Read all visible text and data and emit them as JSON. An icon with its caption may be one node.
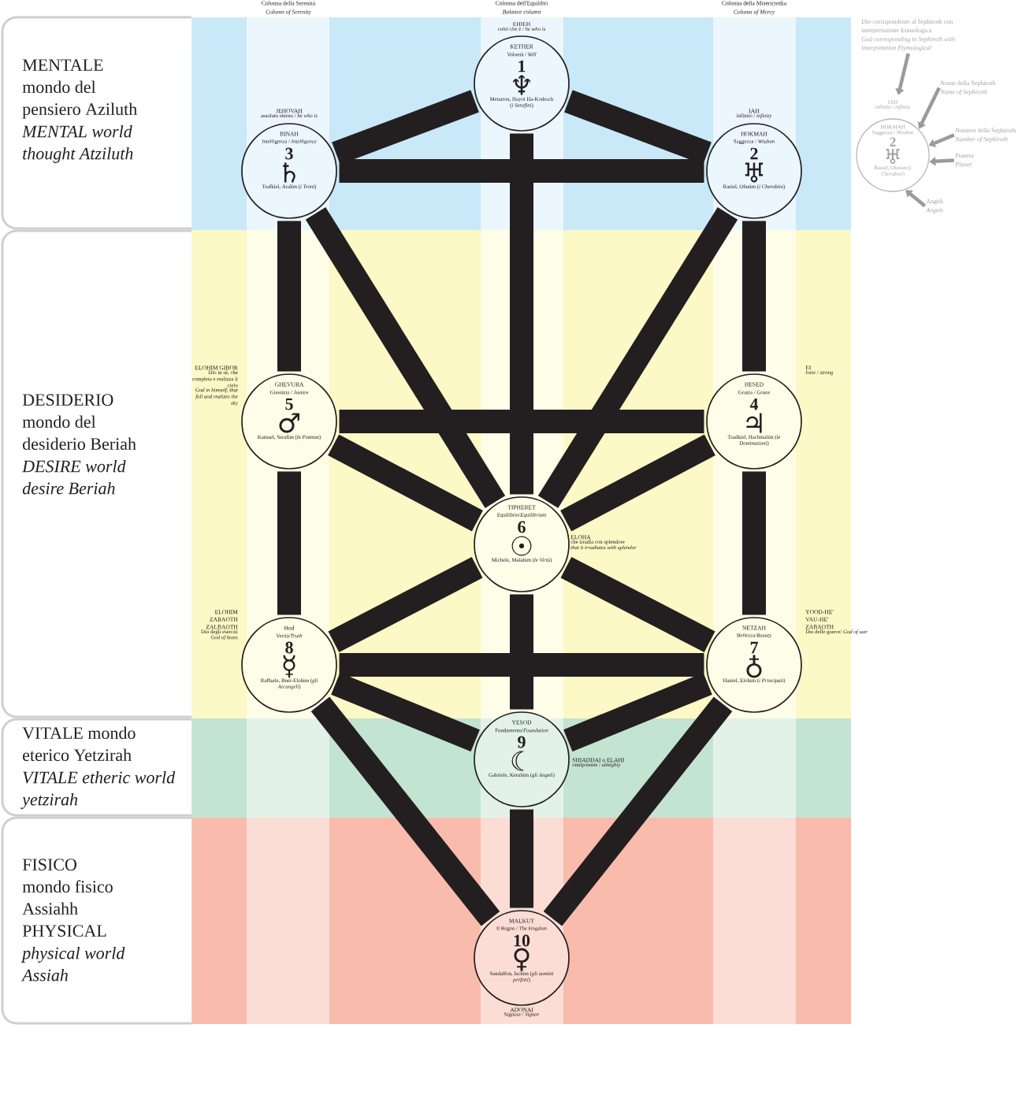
{
  "diagram": {
    "nodes": [
      {
        "text": [
          "MENTALE mondo del pensiero Aziluth",
          "MENTAL world thought Atziluth"
        ]
      },
      {
        "text": [
          "DESIDERIO mondo del desiderio Beriah",
          "DESIRE world desire Beriah"
        ]
      },
      {
        "text": [
          "VITALE mondo eterico Yetzirah",
          "VITALE etheric world yetzirah"
        ]
      },
      {
        "text": [
          "FISICO mondo fisico Assiahh PHYSICAL",
          "physical world Assiah"
        ]
      },
      {
        "text": [
          "KETHER",
          "Volontà / *Will*",
          "1",
          "♆",
          "Metatron, Hayot Ha-Kodesch (*i Serafini*)"
        ],
        "beside": [
          "EHIEH",
          "colui che è / *he who is*"
        ]
      },
      {
        "text": [
          "BINAH",
          "Intelligenza / *Intelligence*",
          "3",
          "♄",
          "Tsafkiel, Aralim (*i Troni*)"
        ],
        "beside": [
          "JEHOVAH",
          "assoluto eterno / *he who is*"
        ]
      },
      {
        "text": [
          "HOKMAH",
          "Saggezza / *Wisdom*",
          "2",
          "♅",
          "Raziel, Ofanim (*i Cherubini*)"
        ],
        "beside": [
          "IAH",
          "infinito / *infinity*"
        ]
      },
      {
        "text": [
          "GHEVURA",
          "Giustizia / *Justice*",
          "5",
          "♂",
          "Kamael, Serafim (*le Potenze*)"
        ],
        "beside": [
          "ELOHIM GIBOR",
          "Dio in sé, che completa e realizza il cielo",
          "God in himself, that full and realizes the sky"
        ]
      },
      {
        "text": [
          "HESED",
          "Grazia / *Grace*",
          "4",
          "♃",
          "Tsadkiel, Hachmalim (*le Dominazioni*)"
        ],
        "beside": [
          "EI",
          "forte / *strong*"
        ]
      },
      {
        "text": [
          "TIPHERET",
          "Equilibrio/*Equilibrium*",
          "6",
          "☉",
          "Michele, Malahim (*le Virtù*)"
        ],
        "beside": [
          "ELOHA",
          "che irradia con splendore",
          "that it irradiates with splendor"
        ]
      },
      {
        "text": [
          "Hod",
          "Verità/*Truth*",
          "8",
          "☿",
          "Raffaele, Bnei-Elohim (*gli Arcangeli*)"
        ],
        "beside": [
          "ELOHIM ZABAOTH ZALBAOTH",
          "Dio degli eserciti",
          "God of hosts"
        ]
      },
      {
        "text": [
          "NETZAH",
          "Bellezza/*Beauty*",
          "7",
          "♁",
          "Haniel, Elohim (*i Principati*)"
        ],
        "beside": [
          "YOOD-HE' VAU-HE' ZABAOTH",
          "Dio delle guerre/ *God of war*"
        ]
      },
      {
        "text": [
          "YESOD",
          "Fondamento/*Foundation*",
          "9",
          "☾",
          "Gabriele, Kerubim (*gli Angeli*)"
        ],
        "beside": [
          "SHIADDAI o ELAHI",
          "onnipotente / *almighty*"
        ]
      },
      {
        "text": [
          "MALKUT",
          "Il Regno / *The kingdom*",
          "10",
          "♀",
          "Sandalfon, Ischim (*gli uomini perfetti*)"
        ],
        "beside": [
          "ADONAI",
          "Signore / *Signor*"
        ]
      },
      {
        "text": [
          "Dio corrispondente al Sephiroth con interpretazione Etimologica",
          "God corresponding to Sephiroth with interpretation Etymological"
        ]
      },
      {
        "text": [
          "Nome della Sephiroth",
          "Name of Sephiroth"
        ]
      },
      {
        "text": [
          "HOKMAH",
          "Saggezza / *Wisdom*",
          "2",
          "♅",
          "Raziel, Ofanim (*i Cherubini*)"
        ],
        "beside": [
          "IAH",
          "infinito / *infinity*"
        ]
      },
      {
        "text": [
          "Numero della Sephiroth",
          "Number of Sephiroth"
        ]
      },
      {
        "text": [
          "Pianeta",
          "Planet"
        ]
      },
      {
        "text": [
          "Angeli",
          "Angels"
        ]
      }
    ],
    "edges": [
      {
        "from": 4,
        "to": 5,
        "arrow": "none"
      },
      {
        "from": 4,
        "to": 6,
        "arrow": "none"
      },
      {
        "from": 4,
        "to": 9,
        "arrow": "none"
      },
      {
        "from": 5,
        "to": 6,
        "arrow": "none"
      },
      {
        "from": 5,
        "to": 7,
        "arrow": "none"
      },
      {
        "from": 5,
        "to": 9,
        "arrow": "none"
      },
      {
        "from": 6,
        "to": 8,
        "arrow": "none"
      },
      {
        "from": 6,
        "to": 9,
        "arrow": "none"
      },
      {
        "from": 7,
        "to": 8,
        "arrow": "none"
      },
      {
        "from": 7,
        "to": 9,
        "arrow": "none"
      },
      {
        "from": 8,
        "to": 9,
        "arrow": "none"
      },
      {
        "from": 7,
        "to": 10,
        "arrow": "none"
      },
      {
        "from": 8,
        "to": 11,
        "arrow": "none"
      },
      {
        "from": 9,
        "to": 10,
        "arrow": "none"
      },
      {
        "from": 9,
        "to": 11,
        "arrow": "none"
      },
      {
        "from": 9,
        "to": 12,
        "arrow": "none"
      },
      {
        "from": 10,
        "to": 11,
        "arrow": "none"
      },
      {
        "from": 10,
        "to": 12,
        "arrow": "none"
      },
      {
        "from": 11,
        "to": 12,
        "arrow": "none"
      },
      {
        "from": 10,
        "to": 13,
        "arrow": "none"
      },
      {
        "from": 11,
        "to": 13,
        "arrow": "none"
      },
      {
        "from": 12,
        "to": 13,
        "arrow": "none"
      },
      {
        "from": 14,
        "to": 16,
        "arrow": "to",
        "color": "#9b9b9b"
      },
      {
        "from": 15,
        "to": 16,
        "arrow": "to",
        "color": "#9b9b9b"
      },
      {
        "from": 17,
        "to": 16,
        "arrow": "to",
        "color": "#9b9b9b"
      },
      {
        "from": 18,
        "to": 16,
        "arrow": "to",
        "color": "#9b9b9b"
      },
      {
        "from": 19,
        "to": 16,
        "arrow": "to",
        "color": "#9b9b9b"
      }
    ],
    "labels": [
      "Colonna della Serenità",
      "Column of Serenity",
      "Colonna dell'Equilibri",
      "Balance column",
      "Colonna della Misericordia",
      "Column of Mercy"
    ]
  }
}
